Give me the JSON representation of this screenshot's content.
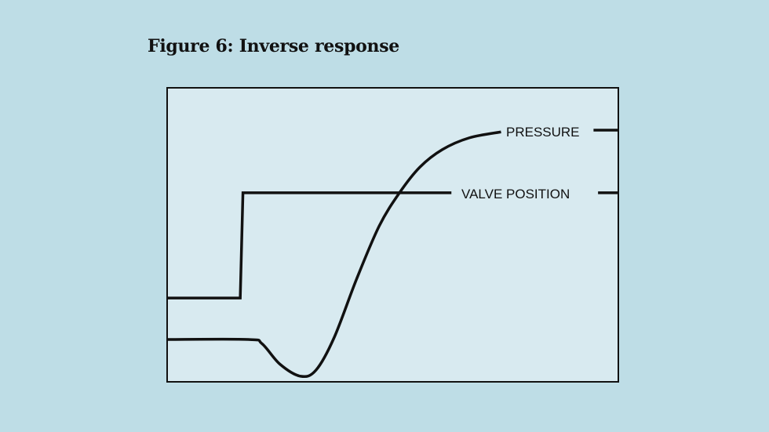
{
  "figure_title": "Figure 6: Inverse response",
  "colors": {
    "background": "#bedde6",
    "plot_background": "#d8eaf0",
    "line": "#111111"
  },
  "chart_data": {
    "type": "line",
    "title": "Figure 6: Inverse response",
    "xlabel": "",
    "ylabel": "",
    "xlim": [
      0,
      100
    ],
    "ylim": [
      0,
      100
    ],
    "grid": false,
    "series": [
      {
        "name": "VALVE POSITION",
        "label": "VALVE POSITION",
        "points": [
          [
            0,
            28.5
          ],
          [
            16.2,
            28.5
          ],
          [
            16.8,
            64.3
          ],
          [
            63,
            64.3
          ]
        ],
        "tail": [
          [
            95.5,
            64.3
          ],
          [
            100,
            64.3
          ]
        ]
      },
      {
        "name": "PRESSURE",
        "label": "PRESSURE",
        "points": [
          [
            0,
            14.4
          ],
          [
            18,
            14.4
          ],
          [
            21,
            13
          ],
          [
            25,
            6
          ],
          [
            29.6,
            1.9
          ],
          [
            33,
            4
          ],
          [
            37,
            15
          ],
          [
            42,
            35
          ],
          [
            47,
            53
          ],
          [
            51.5,
            64.3
          ],
          [
            56,
            73
          ],
          [
            61,
            79
          ],
          [
            67,
            83
          ],
          [
            74,
            85
          ]
        ],
        "tail": [
          [
            94.5,
            85.6
          ],
          [
            100,
            85.6
          ]
        ]
      }
    ]
  }
}
